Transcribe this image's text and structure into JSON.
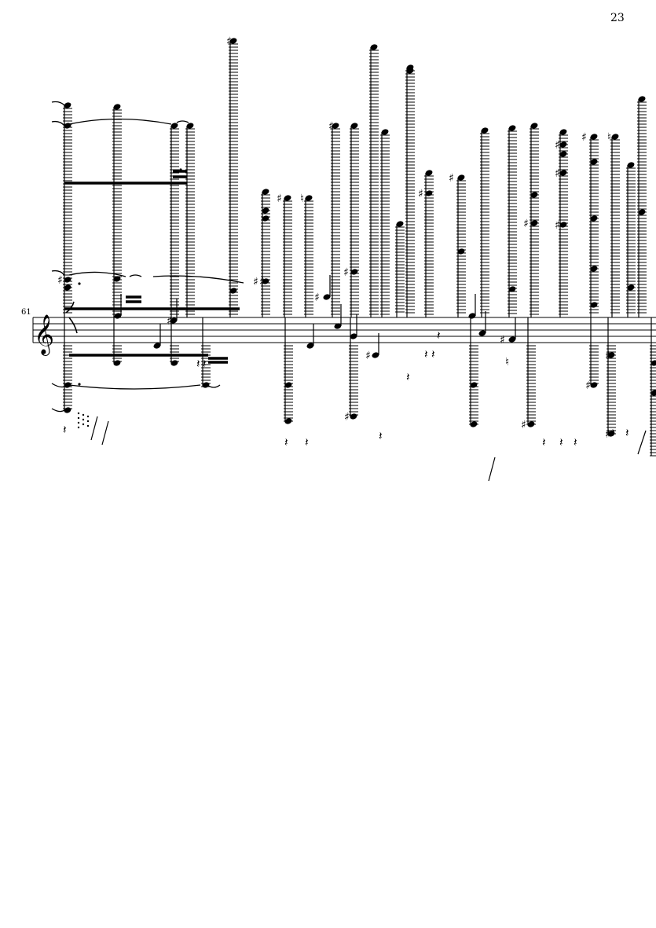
{
  "page": {
    "page_number": "23",
    "measure_number": "61"
  },
  "staff": {
    "clef": "treble-clef",
    "line_count": 5
  },
  "icons": {
    "clef_icon": "treble-clef",
    "sharp_icon": "sharp-accidental",
    "natural_icon": "natural-accidental",
    "rest_icon": "quarter-rest"
  },
  "colors": {
    "ink": "#000000",
    "paper": "#ffffff"
  }
}
